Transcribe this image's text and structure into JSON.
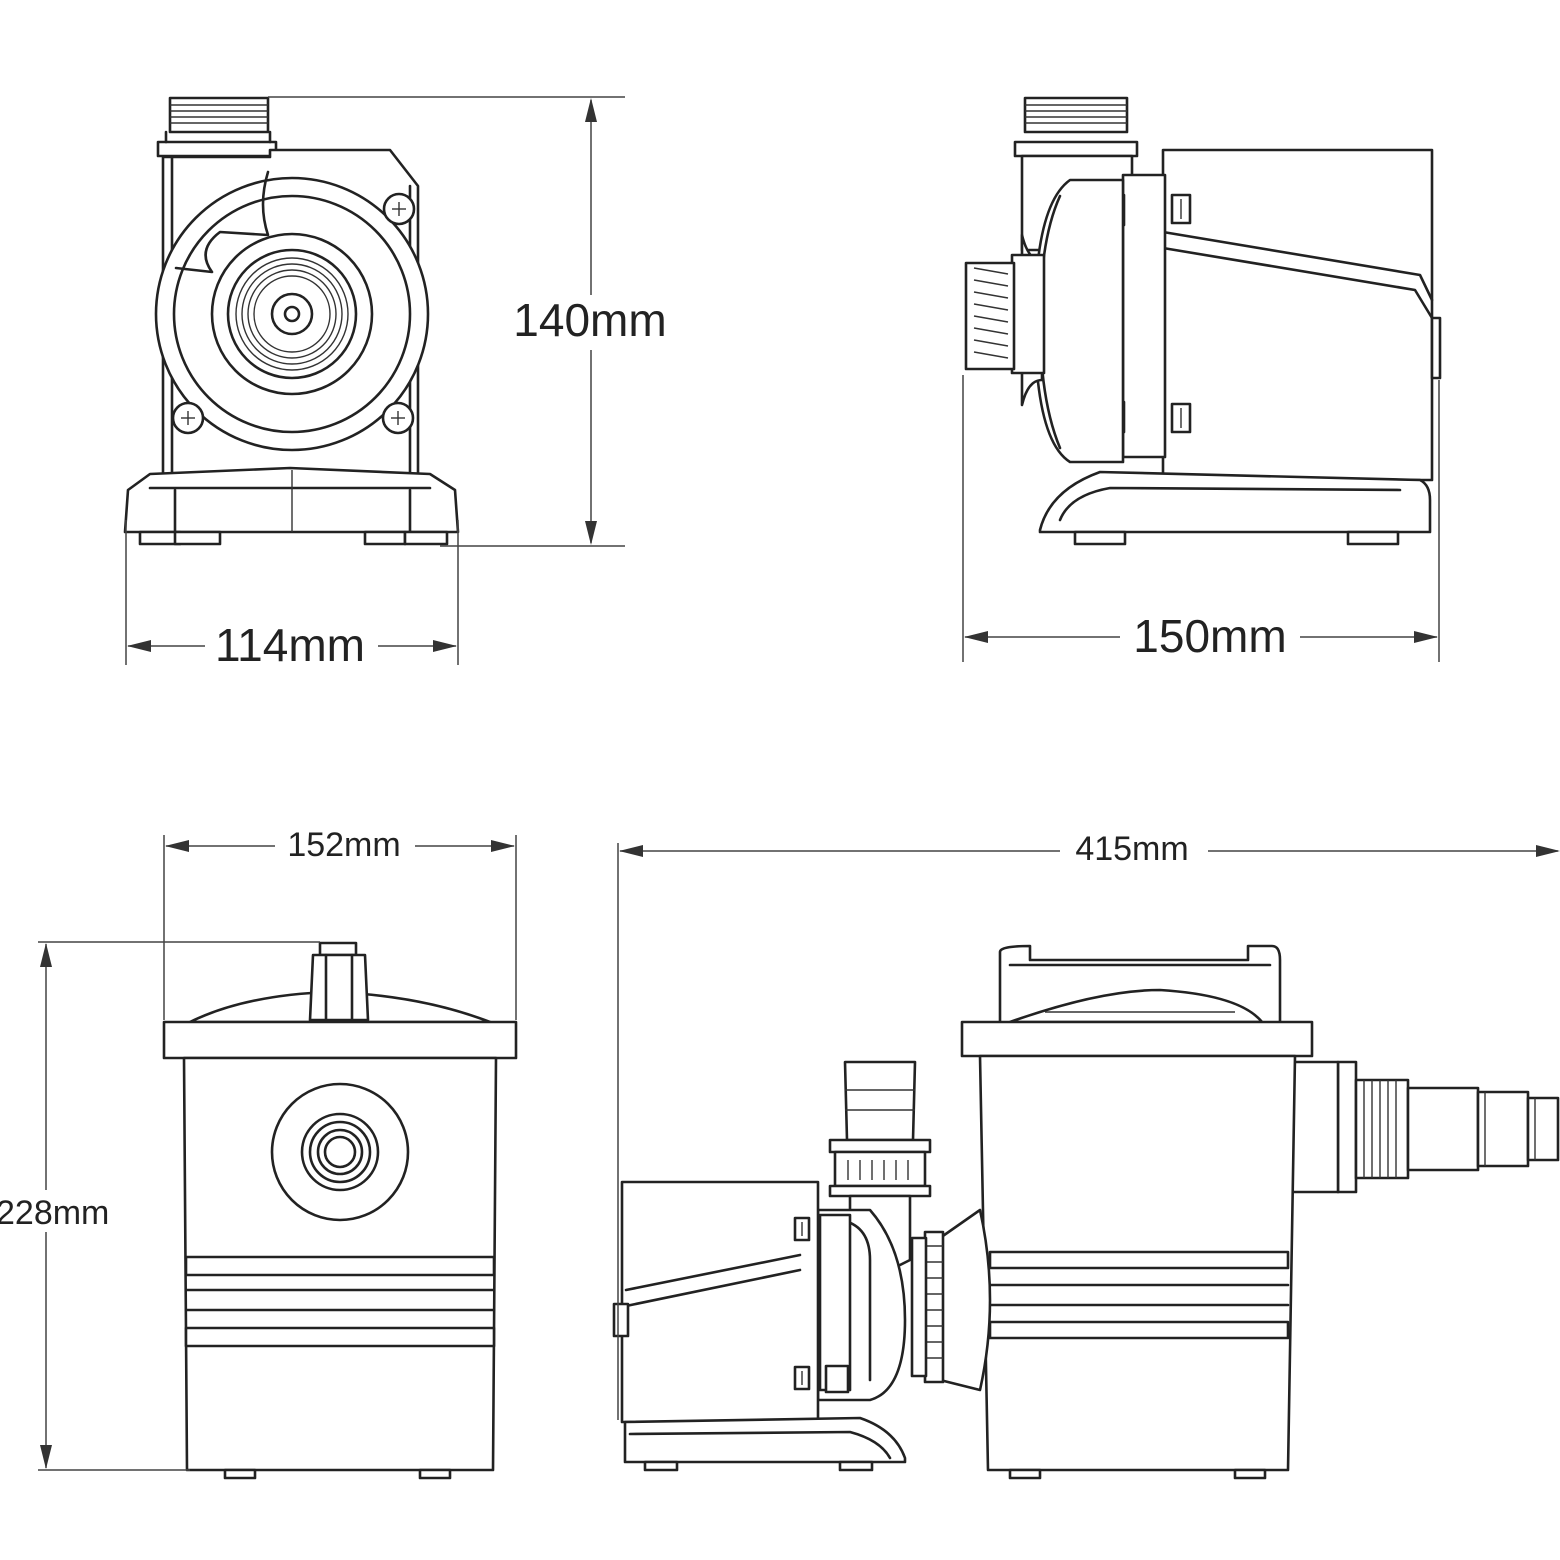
{
  "views": {
    "front": {
      "width_label": "114mm",
      "height_label": "140mm"
    },
    "side": {
      "length_label": "150mm"
    },
    "filter_front": {
      "width_label": "152mm",
      "height_label": "228mm"
    },
    "assembly_side": {
      "length_label": "415mm"
    }
  },
  "colors": {
    "line": "#222222",
    "background": "#ffffff"
  }
}
